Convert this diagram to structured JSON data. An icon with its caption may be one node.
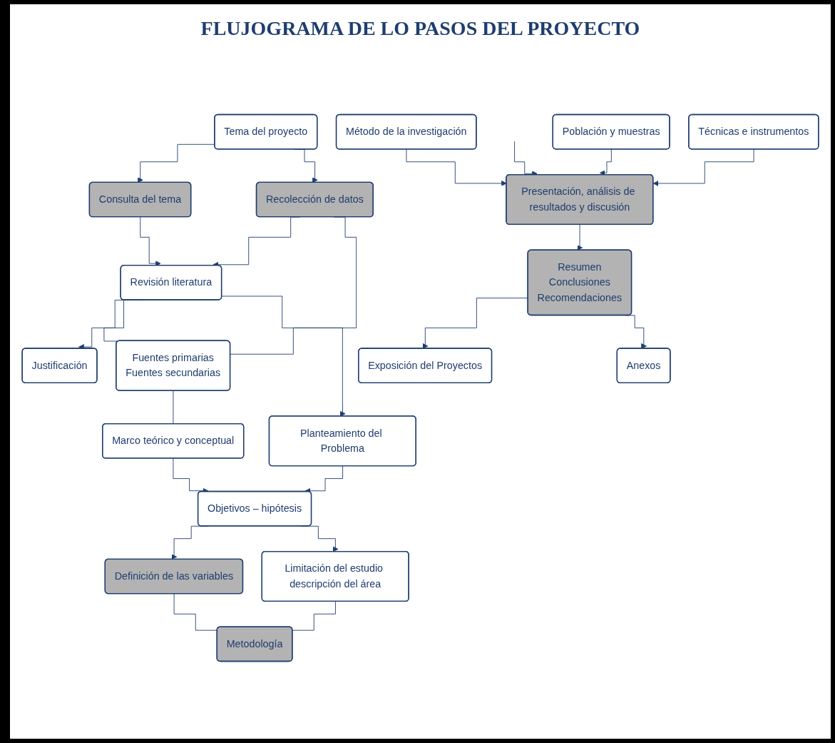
{
  "diagram": {
    "title": "FLUJOGRAMA DE LO PASOS DEL PROYECTO",
    "nodes": [
      {
        "text": [
          "Tema del proyecto"
        ]
      },
      {
        "text": [
          "Consulta del tema"
        ]
      },
      {
        "text": [
          "Recolección de datos"
        ]
      },
      {
        "text": [
          "Revisión literatura"
        ]
      },
      {
        "text": [
          "Justificación"
        ]
      },
      {
        "text": [
          "Fuentes primarias",
          "Fuentes secundarias"
        ]
      },
      {
        "text": [
          "Planteamiento del Problema"
        ]
      },
      {
        "text": [
          "Marco teórico y conceptual"
        ]
      },
      {
        "text": [
          "Objetivos – hipótesis"
        ]
      },
      {
        "text": [
          "Definición de las variables"
        ]
      },
      {
        "text": [
          "Limitación del estudio descripción del área"
        ]
      },
      {
        "text": [
          "Metodología"
        ]
      },
      {
        "text": [
          "Método de la investigación"
        ]
      },
      {
        "text": [
          "Población y muestras"
        ]
      },
      {
        "text": [
          "Técnicas e instrumentos"
        ]
      },
      {
        "text": [
          "Presentación, análisis de resultados y discusión"
        ]
      },
      {
        "text": [
          "Resumen",
          "Conclusiones",
          "Recomendaciones"
        ]
      },
      {
        "text": [
          "Exposición del Proyectos"
        ]
      },
      {
        "text": [
          "Anexos"
        ]
      }
    ],
    "edges": [
      {
        "from": 0,
        "to": 1,
        "arrow": "to"
      },
      {
        "from": 0,
        "to": 2,
        "arrow": "to"
      },
      {
        "from": 1,
        "to": 3,
        "arrow": "to"
      },
      {
        "from": 2,
        "to": 3,
        "arrow": "to"
      },
      {
        "from": 2,
        "to": 5,
        "arrow": "none"
      },
      {
        "from": 3,
        "to": 5,
        "arrow": "none"
      },
      {
        "from": 3,
        "to": 4,
        "arrow": "to"
      },
      {
        "from": 3,
        "to": 6,
        "arrow": "to"
      },
      {
        "from": 5,
        "to": 7,
        "arrow": "none"
      },
      {
        "from": 6,
        "to": 8,
        "arrow": "to"
      },
      {
        "from": 7,
        "to": 8,
        "arrow": "to"
      },
      {
        "from": 8,
        "to": 9,
        "arrow": "to"
      },
      {
        "from": 8,
        "to": 10,
        "arrow": "to"
      },
      {
        "from": 9,
        "to": 11,
        "arrow": "none"
      },
      {
        "from": 10,
        "to": 11,
        "arrow": "none"
      },
      {
        "from": 12,
        "to": 15,
        "arrow": "to"
      },
      {
        "from": null,
        "to": 15,
        "arrow": "to"
      },
      {
        "from": 13,
        "to": 15,
        "arrow": "to"
      },
      {
        "from": 14,
        "to": 15,
        "arrow": "to"
      },
      {
        "from": 15,
        "to": 16,
        "arrow": "to"
      },
      {
        "from": 16,
        "to": 17,
        "arrow": "to"
      },
      {
        "from": 16,
        "to": 18,
        "arrow": "to"
      }
    ]
  }
}
